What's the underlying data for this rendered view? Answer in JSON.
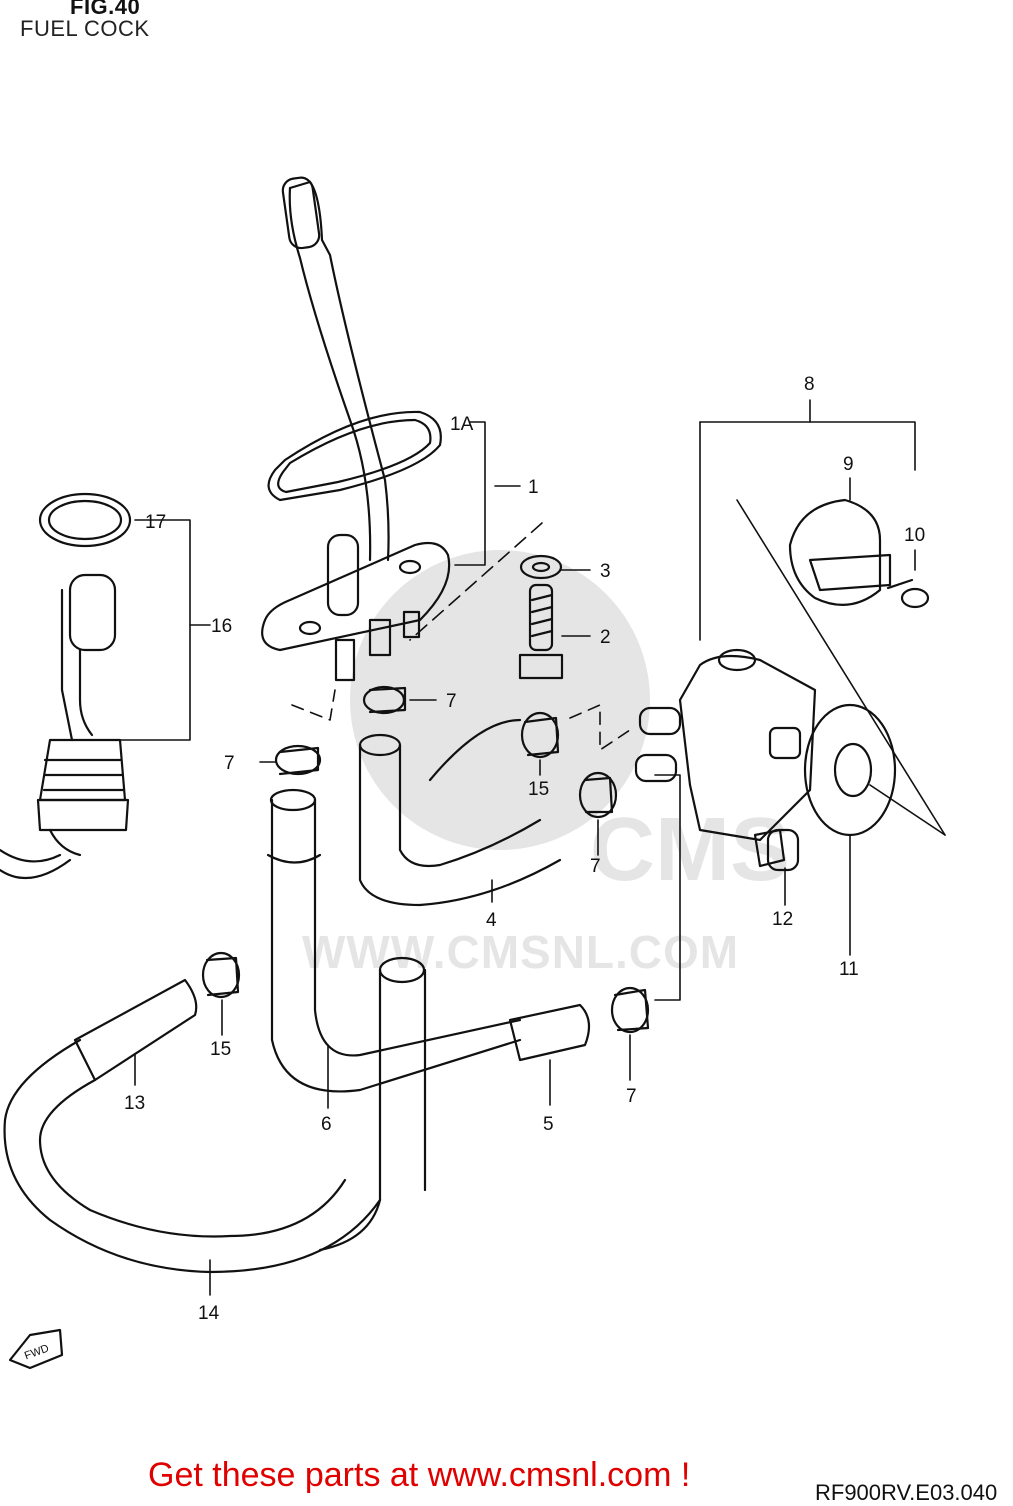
{
  "header": {
    "fig": "FIG.40",
    "title": "FUEL COCK"
  },
  "watermark": {
    "logo": "CMS",
    "url": "WWW.CMSNL.COM"
  },
  "labels": {
    "l1A": "1A",
    "l1": "1",
    "l2": "2",
    "l3": "3",
    "l4": "4",
    "l5": "5",
    "l6": "6",
    "l7a": "7",
    "l7b": "7",
    "l7c": "7",
    "l7d": "7",
    "l8": "8",
    "l9": "9",
    "l10": "10",
    "l11": "11",
    "l12": "12",
    "l13": "13",
    "l14": "14",
    "l15a": "15",
    "l15b": "15",
    "l16": "16",
    "l17": "17"
  },
  "fwd_marker": "FWD",
  "footer": {
    "cta": "Get these parts at www.cmsnl.com !",
    "diagram_code": "RF900RV.E03.040"
  },
  "colors": {
    "line": "#111111",
    "cta": "#e00000"
  }
}
